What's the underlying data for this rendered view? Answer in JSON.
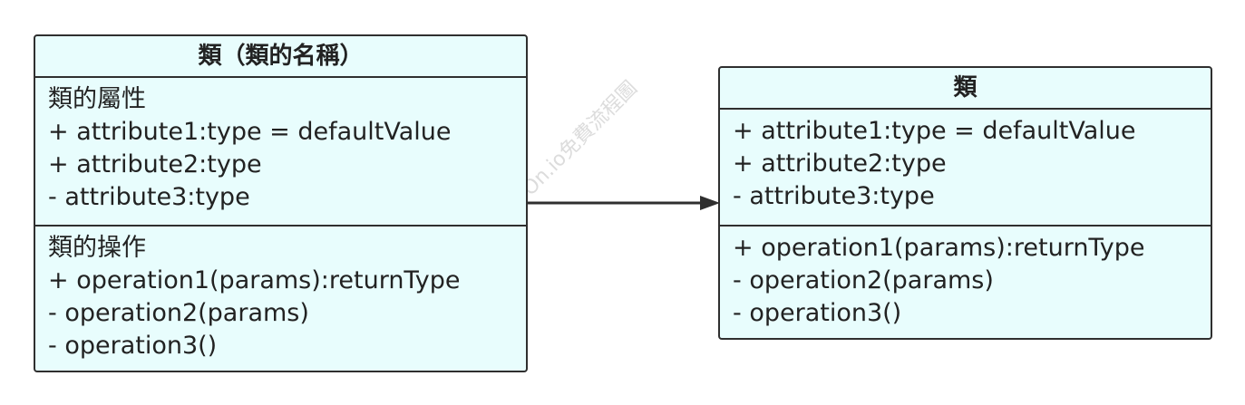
{
  "watermark": "On.io免費流程圖",
  "left_class": {
    "title": "類（類的名稱）",
    "attr_heading": "類的屬性",
    "attributes": [
      "+ attribute1:type = defaultValue",
      "+ attribute2:type",
      "- attribute3:type"
    ],
    "op_heading": "類的操作",
    "operations": [
      "+ operation1(params):returnType",
      "- operation2(params)",
      "- operation3()"
    ]
  },
  "right_class": {
    "title": "類",
    "attributes": [
      "+ attribute1:type = defaultValue",
      "+ attribute2:type",
      "- attribute3:type"
    ],
    "operations": [
      "+ operation1(params):returnType",
      "- operation2(params)",
      "- operation3()"
    ]
  },
  "colors": {
    "box_fill": "#e8fdfd",
    "box_border": "#2f2f2f",
    "arrow": "#2f2f2f",
    "text": "#222222",
    "watermark": "#dcdcdc"
  }
}
